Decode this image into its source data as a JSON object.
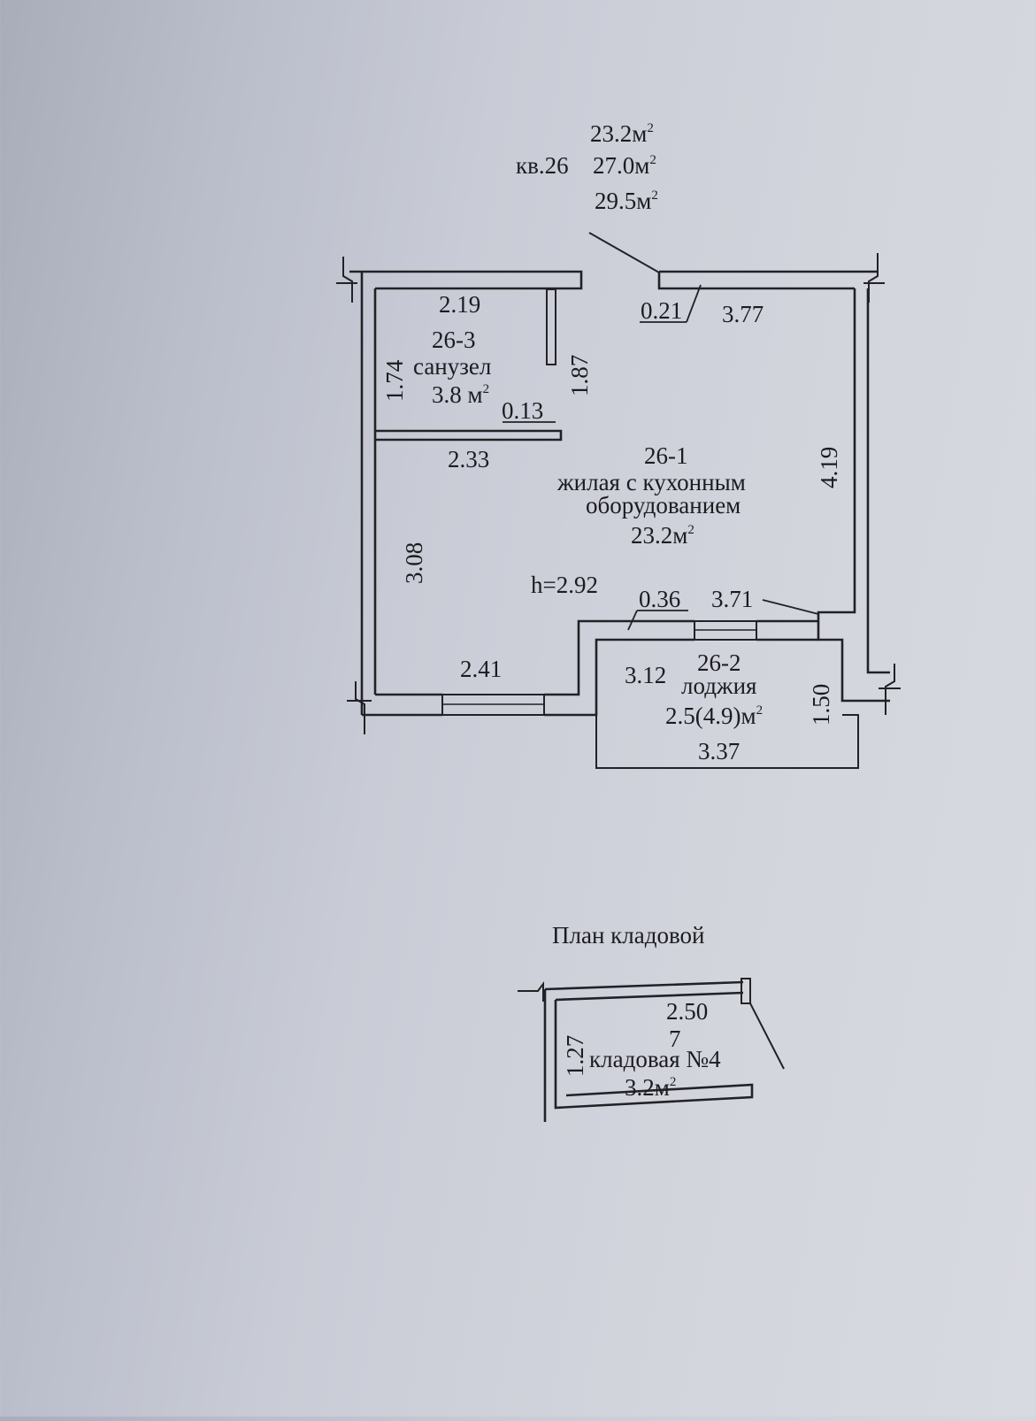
{
  "header": {
    "apt_number": "кв.26",
    "area_living": "23.2м",
    "area_total": "27.0м",
    "area_with_loggia": "29.5м",
    "sup": "2"
  },
  "rooms": {
    "bath": {
      "id": "26-3",
      "name": "санузел",
      "area": "3.8 м",
      "sup": "2"
    },
    "living": {
      "id": "26-1",
      "name_line1": "жилая с кухонным",
      "name_line2": "оборудованием",
      "area": "23.2м",
      "sup": "2"
    },
    "loggia": {
      "id": "26-2",
      "name": "лоджия",
      "area": "2.5(4.9)м",
      "sup": "2"
    },
    "storage": {
      "id": "7",
      "name": "кладовая №4",
      "area": "3.2м",
      "sup": "2"
    }
  },
  "ceiling_height": "h=2.92",
  "dimensions": {
    "bath_width": "2.19",
    "bath_left_height": "1.74",
    "bath_right_height": "1.87",
    "bath_wall": "0.13",
    "entry_gap": "0.21",
    "living_top": "3.77",
    "living_right": "4.19",
    "below_bath": "2.33",
    "living_left": "3.08",
    "loggia_step": "0.36",
    "loggia_top": "3.71",
    "window_left": "2.41",
    "loggia_depth": "3.12",
    "loggia_side": "1.50",
    "loggia_bottom": "3.37",
    "storage_width": "2.50",
    "storage_height": "1.27"
  },
  "storage_plan_title": "План кладовой"
}
